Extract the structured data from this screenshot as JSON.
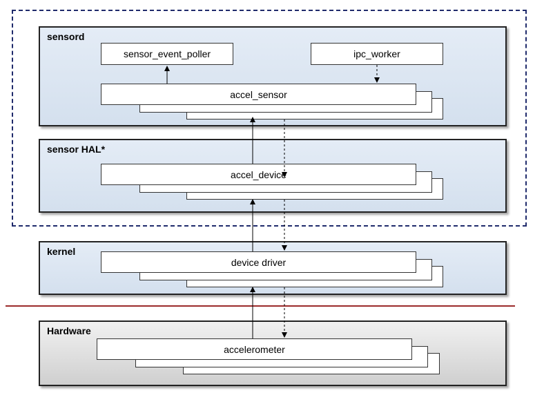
{
  "layers": {
    "sensord": "sensord",
    "sensor_hal": "sensor HAL*",
    "kernel": "kernel",
    "hardware": "Hardware"
  },
  "components": {
    "sensor_event_poller": "sensor_event_poller",
    "ipc_worker": "ipc_worker",
    "accel_sensor": "accel_sensor",
    "accel_device": "accel_device",
    "device_driver": "device driver",
    "accelerometer": "accelerometer"
  },
  "colors": {
    "dashed_frame": "#1f2a6b",
    "separator": "#9b2a2a",
    "layer_fill": "#dbe5f1",
    "hardware_fill": "#e0e0e0"
  }
}
